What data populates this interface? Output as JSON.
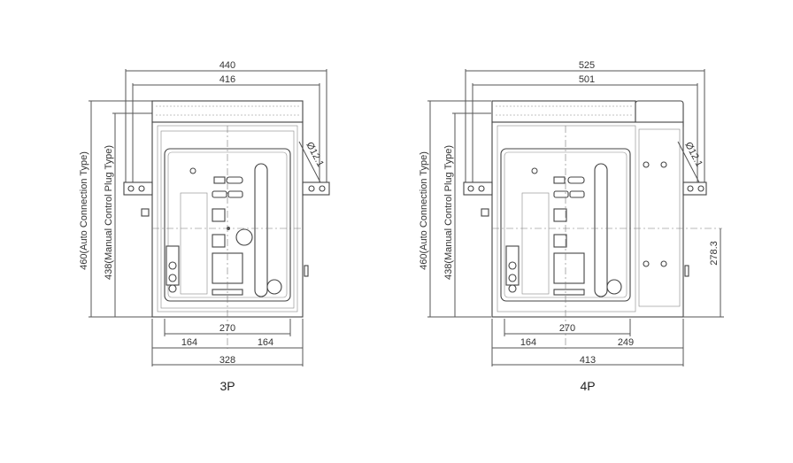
{
  "views": [
    {
      "caption": "3P",
      "dims": {
        "overall_width": "440",
        "mount_width": "416",
        "height_auto": "460(Auto Connection Type)",
        "height_manual": "438(Manual Control Plug Type)",
        "hole": "Ø12.1",
        "hole_spacing": "270",
        "left_offset": "164",
        "right_offset": "164",
        "base_width": "328"
      }
    },
    {
      "caption": "4P",
      "dims": {
        "overall_width": "525",
        "mount_width": "501",
        "height_auto": "460(Auto Connection Type)",
        "height_manual": "438(Manual Control Plug Type)",
        "hole": "Ø12.1",
        "center_height": "278.3",
        "hole_spacing": "270",
        "left_offset": "164",
        "right_offset": "249",
        "base_width": "413"
      }
    }
  ]
}
